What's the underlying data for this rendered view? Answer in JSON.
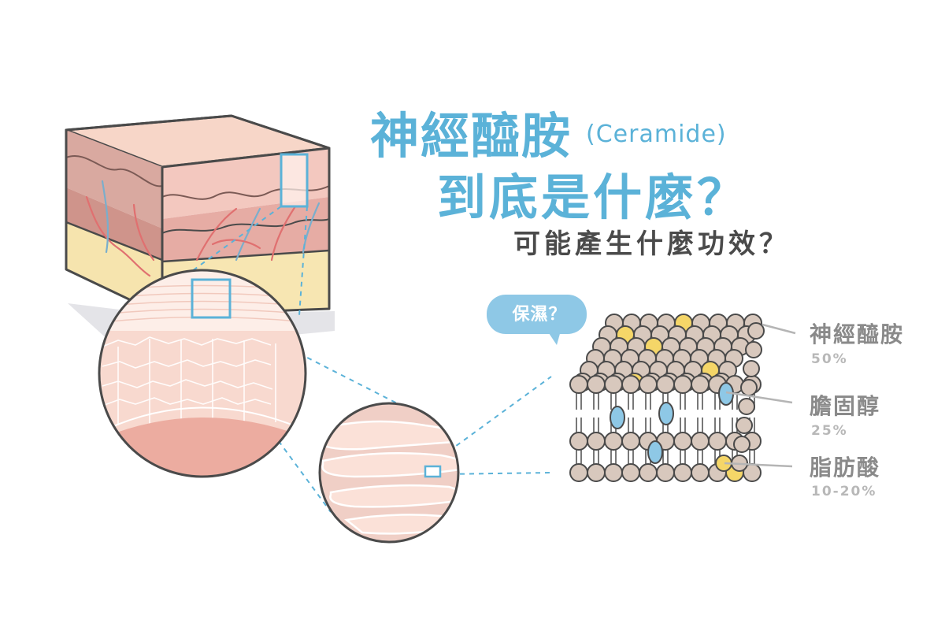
{
  "title": {
    "line1": "神經醯胺",
    "line1_latin": "(Ceramide)",
    "line2": "到底是什麼？",
    "subtitle": "可能產生什麼功效？"
  },
  "bubble": {
    "text": "保濕？"
  },
  "legend": [
    {
      "name": "神經醯胺",
      "percent": "50%",
      "color": "#d8c8bd"
    },
    {
      "name": "膽固醇",
      "percent": "25%",
      "color": "#8ec8e6"
    },
    {
      "name": "脂肪酸",
      "percent": "10-20%",
      "color": "#f5d668"
    }
  ],
  "colors": {
    "accent": "#5bb2d8",
    "outline": "#4a4a4a",
    "skin_top": "#f6d3c4",
    "skin_mid": "#e7b2a8",
    "fat": "#f6e4ae",
    "lipid": "#d8c8bd",
    "cholesterol": "#8ec8e6",
    "fatty_acid": "#f5d668"
  }
}
